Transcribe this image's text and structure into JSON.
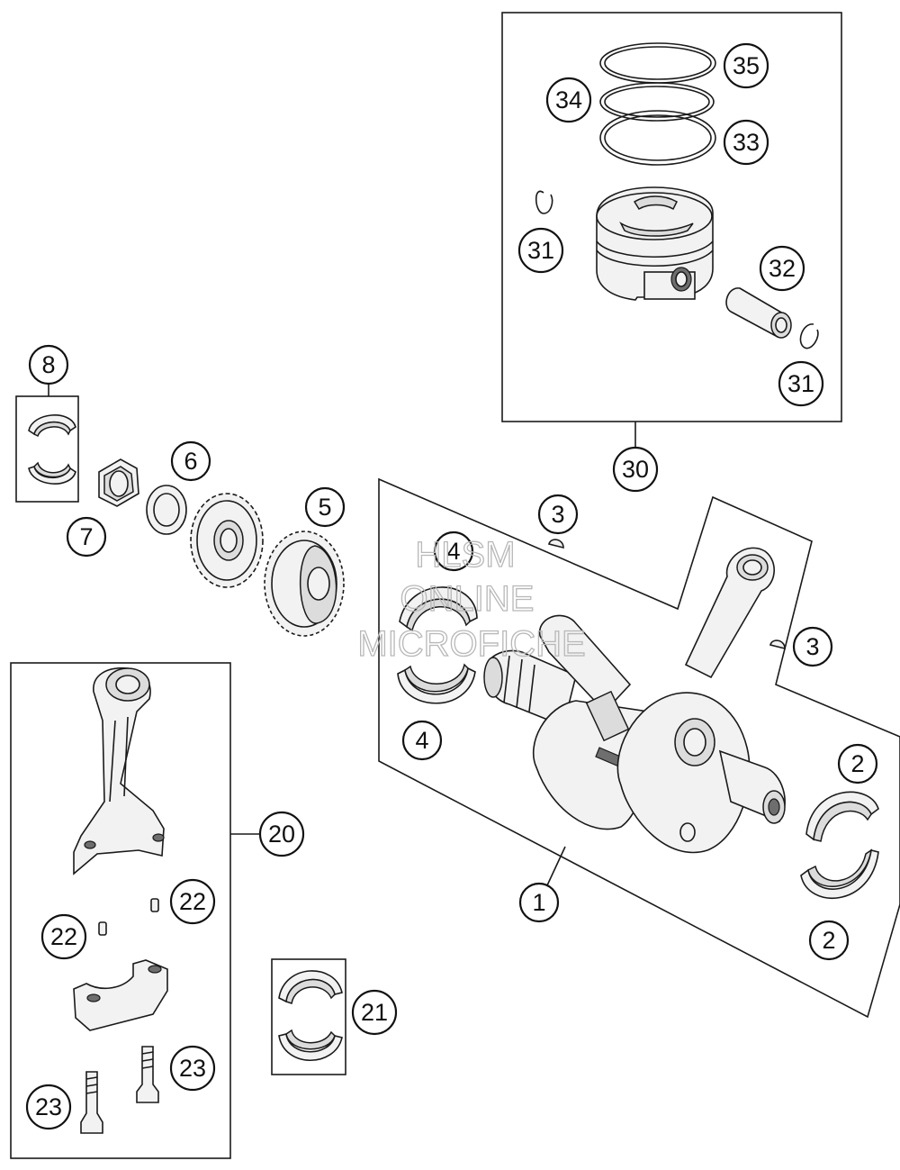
{
  "watermark": {
    "line1": "HLSM",
    "line2": "ONLINE",
    "line3": "MICROFICHE"
  },
  "callouts": [
    {
      "id": "c35",
      "label": "35"
    },
    {
      "id": "c34",
      "label": "34"
    },
    {
      "id": "c33",
      "label": "33"
    },
    {
      "id": "c31a",
      "label": "31"
    },
    {
      "id": "c32",
      "label": "32"
    },
    {
      "id": "c31b",
      "label": "31"
    },
    {
      "id": "c30",
      "label": "30"
    },
    {
      "id": "c8",
      "label": "8"
    },
    {
      "id": "c6",
      "label": "6"
    },
    {
      "id": "c7",
      "label": "7"
    },
    {
      "id": "c5",
      "label": "5"
    },
    {
      "id": "c3a",
      "label": "3"
    },
    {
      "id": "c4a",
      "label": "4"
    },
    {
      "id": "c3b",
      "label": "3"
    },
    {
      "id": "c4b",
      "label": "4"
    },
    {
      "id": "c2a",
      "label": "2"
    },
    {
      "id": "c20",
      "label": "20"
    },
    {
      "id": "c22a",
      "label": "22"
    },
    {
      "id": "c22b",
      "label": "22"
    },
    {
      "id": "c1",
      "label": "1"
    },
    {
      "id": "c2b",
      "label": "2"
    },
    {
      "id": "c21",
      "label": "21"
    },
    {
      "id": "c23a",
      "label": "23"
    },
    {
      "id": "c23b",
      "label": "23"
    }
  ]
}
